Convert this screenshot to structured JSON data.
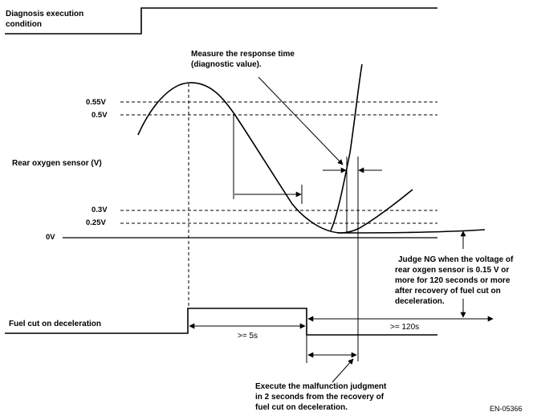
{
  "labels": {
    "diagnosis_condition_line1": "Diagnosis execution",
    "diagnosis_condition_line2": "condition",
    "rear_oxygen_sensor": "Rear oxygen sensor (V)",
    "fuel_cut": "Fuel cut on deceleration",
    "v055": "0.55V",
    "v05": "0.5V",
    "v03": "0.3V",
    "v025": "0.25V",
    "v0": "0V",
    "ge_5s": ">= 5s",
    "ge_120s": ">= 120s",
    "reference": "EN-05366"
  },
  "annotations": {
    "response_time_line1": "Measure the response time",
    "response_time_line2": "(diagnostic value).",
    "judge_ng_line1": "Judge NG when the voltage of",
    "judge_ng_line2": "rear oxgen sensor is 0.15 V or",
    "judge_ng_line3": "more for 120 seconds or more",
    "judge_ng_line4": "after recovery of fuel cut on",
    "judge_ng_line5": "deceleration.",
    "execute_line1": "Execute the malfunction judgment",
    "execute_line2": "in 2 seconds from the recovery of",
    "execute_line3": "fuel cut on deceleration."
  }
}
